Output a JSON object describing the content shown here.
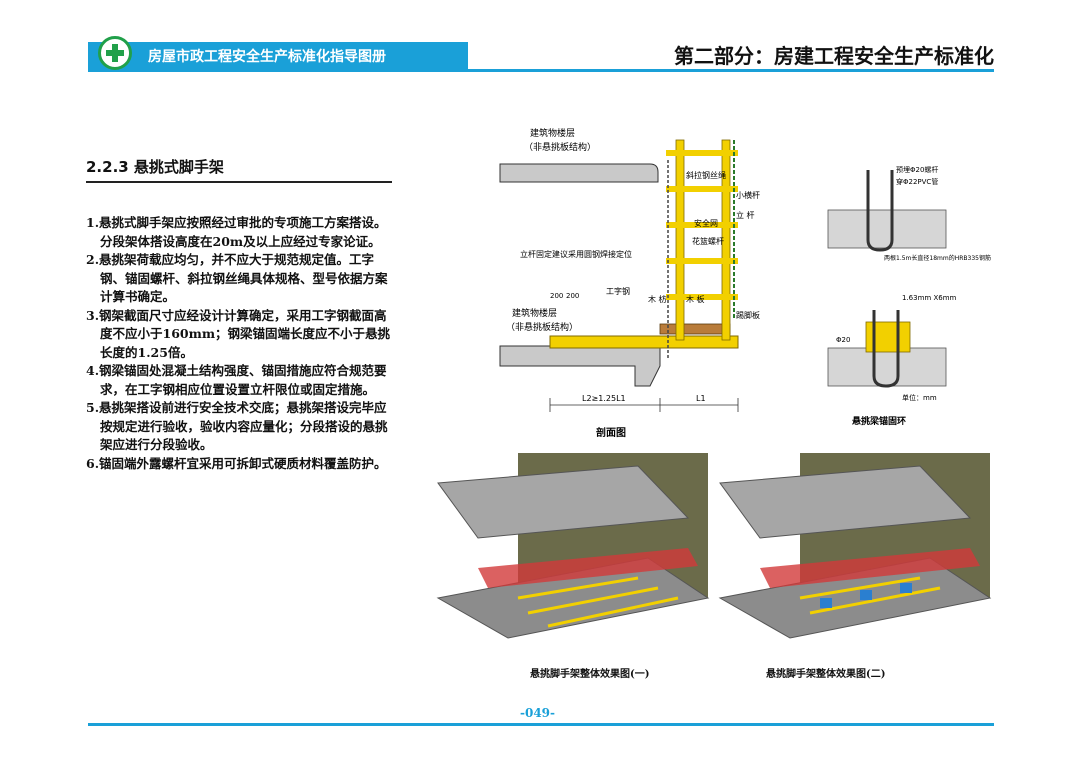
{
  "header": {
    "title": "房屋市政工程安全生产标准化指导图册",
    "part": "第二部分：房建工程安全生产标准化"
  },
  "section": {
    "title": "2.2.3 悬挑式脚手架",
    "items": [
      "1.悬挑式脚手架应按照经过审批的专项施工方案搭设。分段架体搭设高度在20m及以上应经过专家论证。",
      "2.悬挑架荷载应均匀，并不应大于规范规定值。工字钢、锚固螺杆、斜拉钢丝绳具体规格、型号依据方案计算书确定。",
      "3.钢架截面尺寸应经设计计算确定，采用工字钢截面高度不应小于160mm；钢梁锚固端长度应不小于悬挑长度的1.25倍。",
      "4.钢梁锚固处混凝土结构强度、锚固措施应符合规范要求，在工字钢相应位置设置立杆限位或固定措施。",
      "5.悬挑架搭设前进行安全技术交底；悬挑架搭设完毕应按规定进行验收，验收内容应量化；分段搭设的悬挑架应进行分段验收。",
      "6.锚固端外露螺杆宜采用可拆卸式硬质材料覆盖防护。"
    ]
  },
  "section_diagram": {
    "label_top_floor": "建筑物楼层",
    "label_top_floor_note": "（非悬挑板结构）",
    "label_wire": "斜拉钢丝绳",
    "label_small_bar": "小横杆",
    "label_pole": "立 杆",
    "label_net": "安全网",
    "label_turnbuckle": "花篮螺杆",
    "label_note": "立杆固定建议采用圆钢焊接定位",
    "label_dim1": "200",
    "label_dim2": "200",
    "label_ibeam": "工字钢",
    "label_wood": "木 枋",
    "label_board": "木 板",
    "label_toe": "踢脚板",
    "label_bottom_floor": "建筑物楼层",
    "label_bottom_floor_note": "（非悬挑板结构）",
    "label_l2": "L2≥1.25L1",
    "label_l1": "L1",
    "caption": "剖面图"
  },
  "anchor_diagram": {
    "label_embed": "预埋Φ20螺杆",
    "label_pvc": "穿Φ22PVC管",
    "label_rebar": "两根1.5m长直径18mm的HRB335钢筋",
    "label_plate": "1.63mm X6mm",
    "label_phi": "Φ20",
    "label_unit": "单位：mm",
    "caption": "悬挑梁锚固环"
  },
  "render_captions": {
    "left": "悬挑脚手架整体效果图(一)",
    "right": "悬挑脚手架整体效果图(二)"
  },
  "page_number": "-049-",
  "colors": {
    "accent": "#1aa0d8",
    "logo": "#21a04a",
    "steel": "#f2d000"
  }
}
